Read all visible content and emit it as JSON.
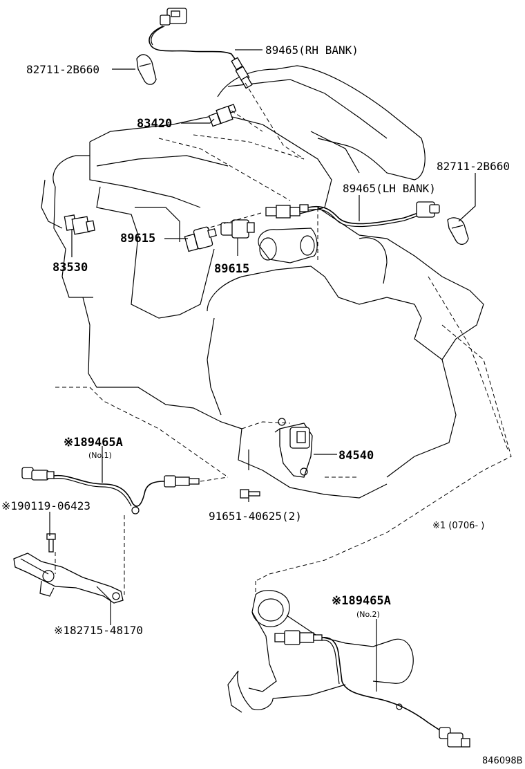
{
  "labels": {
    "p89465_rh": "89465(RH BANK)",
    "p82711_top": "82711-2B660",
    "p83420": "83420",
    "p82711_right": "82711-2B660",
    "p89465_lh": "89465(LH BANK)",
    "p89615_left": "89615",
    "p83530": "83530",
    "p89615_right": "89615",
    "p89465a_1": "※189465A",
    "p89465a_1_sub": "(No.1)",
    "p84540": "84540",
    "p90119": "※190119-06423",
    "p91651": "91651-40625(2)",
    "p82715": "※182715-48170",
    "note_date": "※1 (0706-        )",
    "p89465a_2": "※189465A",
    "p89465a_2_sub": "(No.2)",
    "figure_code": "846098B"
  }
}
